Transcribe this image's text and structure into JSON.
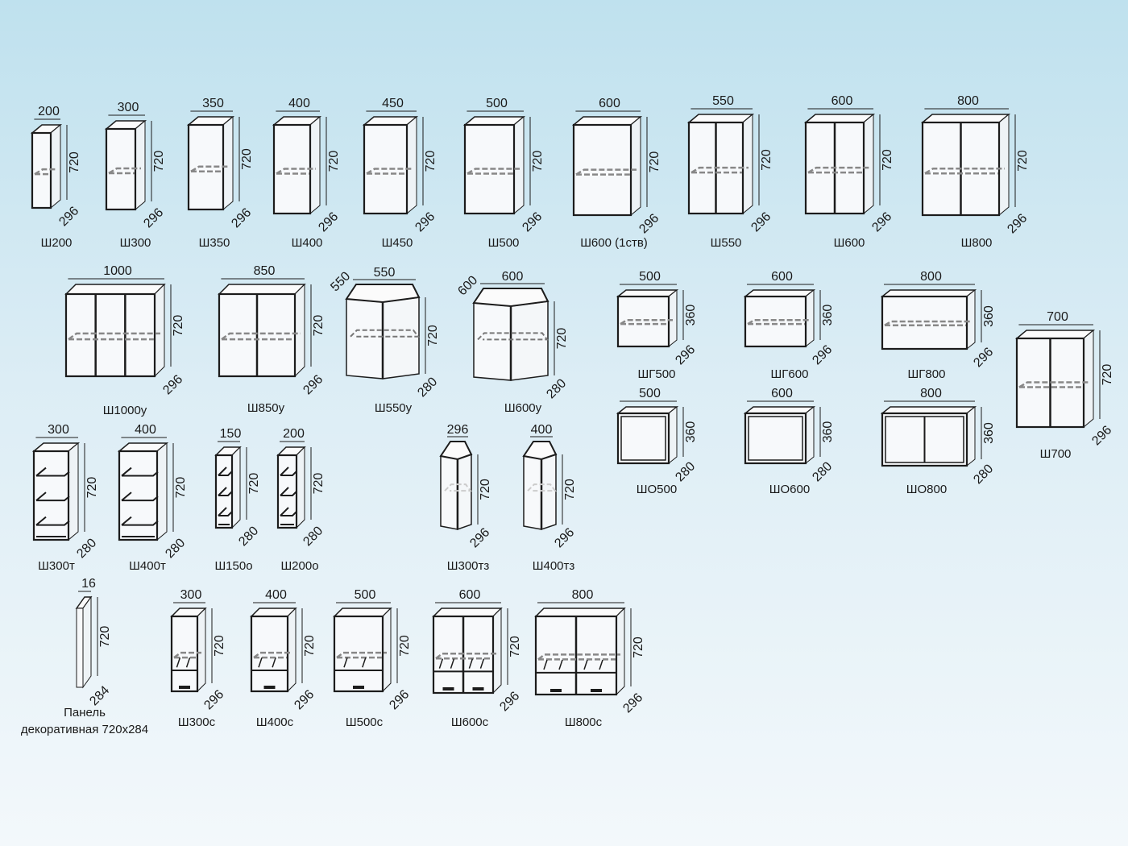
{
  "items": [
    {
      "name": "Ш200",
      "width": "200",
      "height": "720",
      "depth": "296",
      "doors": 1
    },
    {
      "name": "Ш300",
      "width": "300",
      "height": "720",
      "depth": "296",
      "doors": 1
    },
    {
      "name": "Ш350",
      "width": "350",
      "height": "720",
      "depth": "296",
      "doors": 1
    },
    {
      "name": "Ш400",
      "width": "400",
      "height": "720",
      "depth": "296",
      "doors": 1
    },
    {
      "name": "Ш450",
      "width": "450",
      "height": "720",
      "depth": "296",
      "doors": 1
    },
    {
      "name": "Ш500",
      "width": "500",
      "height": "720",
      "depth": "296",
      "doors": 1
    },
    {
      "name": "Ш600 (1ств)",
      "width": "600",
      "height": "720",
      "depth": "296",
      "doors": 1
    },
    {
      "name": "Ш550",
      "width": "550",
      "height": "720",
      "depth": "296",
      "doors": 2
    },
    {
      "name": "Ш600",
      "width": "600",
      "height": "720",
      "depth": "296",
      "doors": 2
    },
    {
      "name": "Ш800",
      "width": "800",
      "height": "720",
      "depth": "296",
      "doors": 2
    },
    {
      "name": "Ш1000у",
      "width": "1000",
      "height": "720",
      "depth": "296",
      "doors": 3
    },
    {
      "name": "Ш850у",
      "width": "850",
      "height": "720",
      "depth": "296",
      "doors": 2
    },
    {
      "name": "Ш550у",
      "width": "550",
      "width2": "550",
      "height": "720",
      "depth": "280",
      "doors": 1
    },
    {
      "name": "Ш600у",
      "width": "600",
      "width2": "600",
      "height": "720",
      "depth": "280",
      "doors": 1
    },
    {
      "name": "ШГ500",
      "width": "500",
      "height": "360",
      "depth": "296",
      "doors": 1
    },
    {
      "name": "ШГ600",
      "width": "600",
      "height": "360",
      "depth": "296",
      "doors": 1
    },
    {
      "name": "ШГ800",
      "width": "800",
      "height": "360",
      "depth": "296",
      "doors": 1
    },
    {
      "name": "Ш700",
      "width": "700",
      "height": "720",
      "depth": "296",
      "doors": 2
    },
    {
      "name": "ШО500",
      "width": "500",
      "height": "360",
      "depth": "280",
      "doors": 0
    },
    {
      "name": "ШО600",
      "width": "600",
      "height": "360",
      "depth": "280",
      "doors": 0
    },
    {
      "name": "ШО800",
      "width": "800",
      "height": "360",
      "depth": "280",
      "doors": 0
    },
    {
      "name": "Ш300т",
      "width": "300",
      "height": "720",
      "depth": "280",
      "doors": 0
    },
    {
      "name": "Ш400т",
      "width": "400",
      "height": "720",
      "depth": "280",
      "doors": 0
    },
    {
      "name": "Ш150о",
      "width": "150",
      "height": "720",
      "depth": "280",
      "doors": 0
    },
    {
      "name": "Ш200о",
      "width": "200",
      "height": "720",
      "depth": "280",
      "doors": 0
    },
    {
      "name": "Ш300тз",
      "width": "296",
      "height": "720",
      "depth": "296",
      "doors": 2
    },
    {
      "name": "Ш400тз",
      "width": "400",
      "height": "720",
      "depth": "296",
      "doors": 2
    },
    {
      "name": "Панель декоративная 720x284",
      "name_line1": "Панель",
      "name_line2": "декоративная 720x284",
      "width": "16",
      "height": "720",
      "depth": "284",
      "doors": 0
    },
    {
      "name": "Ш300с",
      "width": "300",
      "height": "720",
      "depth": "296",
      "doors": 1
    },
    {
      "name": "Ш400с",
      "width": "400",
      "height": "720",
      "depth": "296",
      "doors": 1
    },
    {
      "name": "Ш500с",
      "width": "500",
      "height": "720",
      "depth": "296",
      "doors": 1
    },
    {
      "name": "Ш600с",
      "width": "600",
      "height": "720",
      "depth": "296",
      "doors": 2
    },
    {
      "name": "Ш800с",
      "width": "800",
      "height": "720",
      "depth": "296",
      "doors": 2
    }
  ]
}
